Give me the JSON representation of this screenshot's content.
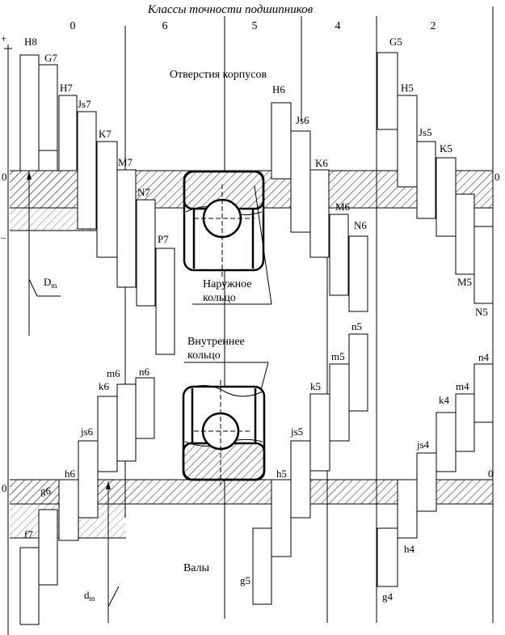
{
  "title": "Классы точности подшипников",
  "classes": [
    "0",
    "6",
    "5",
    "4",
    "2"
  ],
  "sections": {
    "housing": "Отверстия корпусов",
    "shaft": "Валы",
    "outer_ring": [
      "Наружное",
      "кольцо"
    ],
    "inner_ring": [
      "Внутреннее",
      "кольцо"
    ]
  },
  "axis": {
    "plus": "+",
    "minus": "–",
    "zero_top_left": "0",
    "zero_top_right": "0",
    "zero_bottom_left": "0",
    "zero_bottom_right": "0"
  },
  "dims": {
    "Dm": "D",
    "Dm_sub": "m",
    "dm": "d",
    "dm_sub": "m"
  },
  "hole_fields": [
    "H8",
    "G7",
    "H7",
    "Js7",
    "K7",
    "M7",
    "N7",
    "P7",
    "H6",
    "Js6",
    "K6",
    "M6",
    "N6",
    "G5",
    "H5",
    "Js5",
    "K5",
    "M5",
    "N5"
  ],
  "shaft_fields": [
    "f7",
    "g6",
    "h6",
    "js6",
    "k6",
    "m6",
    "n6",
    "g5",
    "h5",
    "js5",
    "k5",
    "m5",
    "n5",
    "g4",
    "h4",
    "js4",
    "k4",
    "m4",
    "n4"
  ]
}
